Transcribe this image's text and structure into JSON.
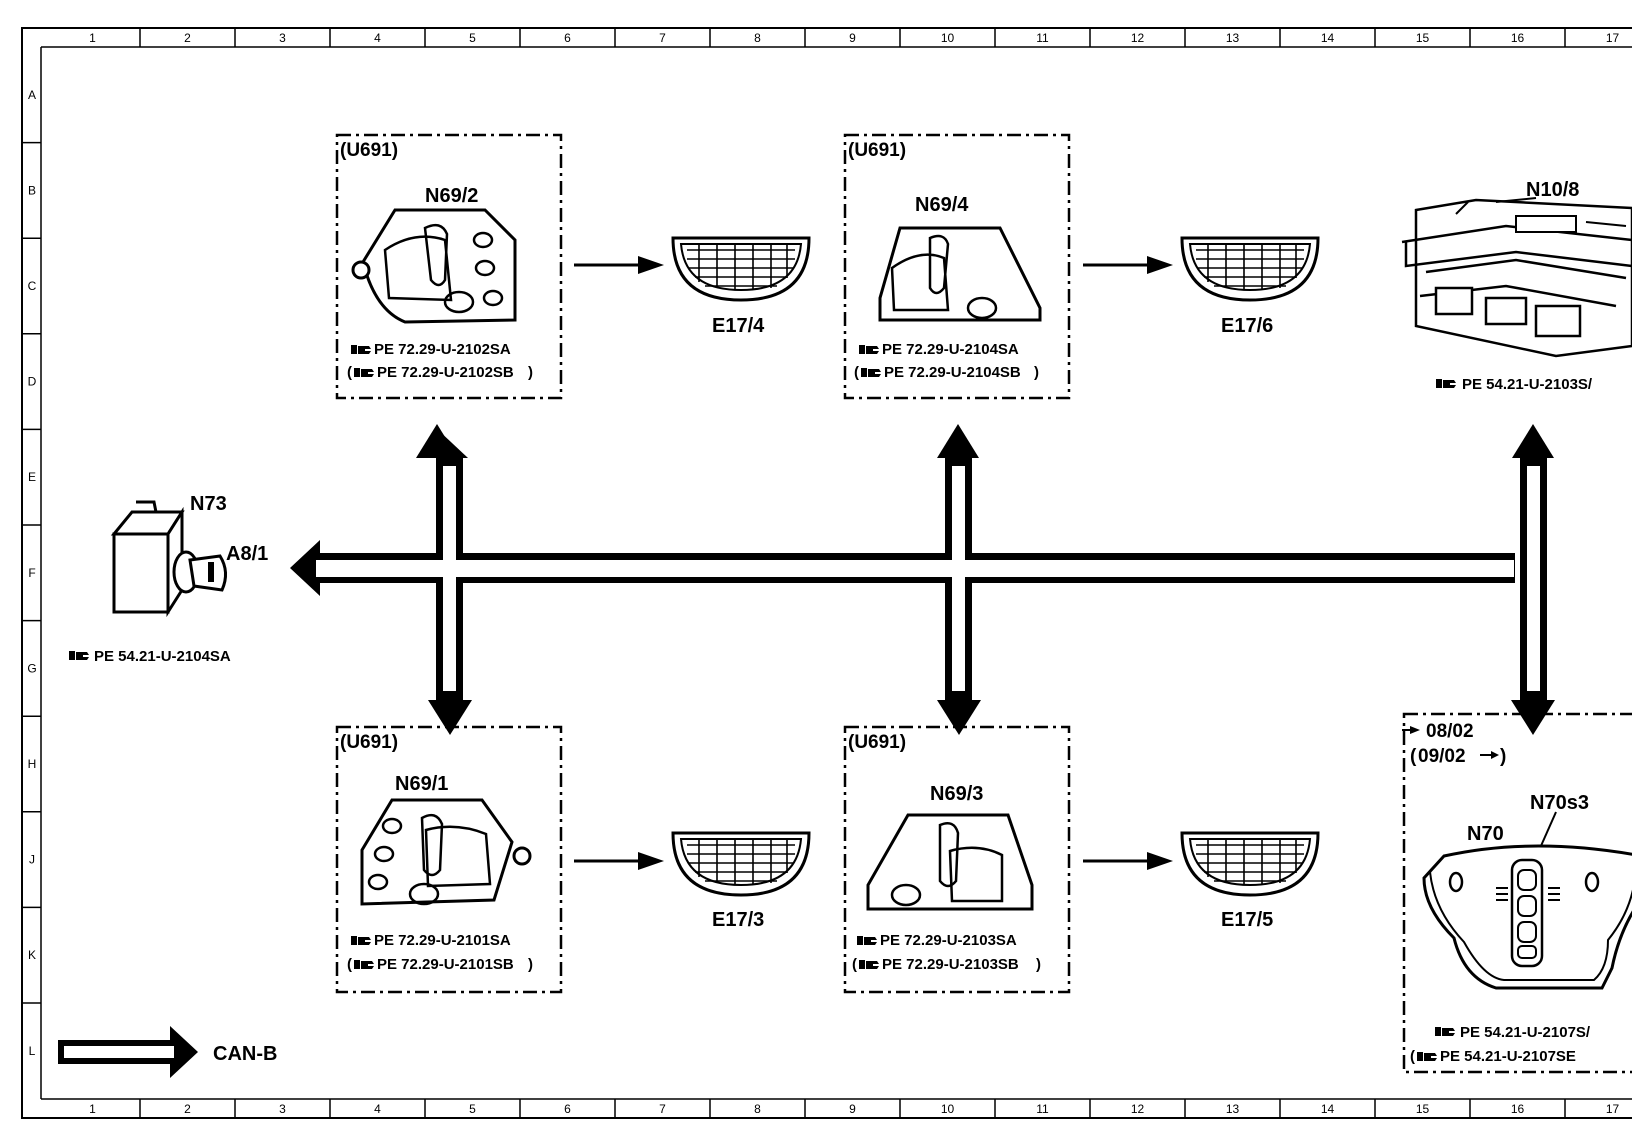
{
  "grid": {
    "columns": [
      "1",
      "2",
      "3",
      "4",
      "5",
      "6",
      "7",
      "8",
      "9",
      "10",
      "11",
      "12",
      "13",
      "14",
      "15",
      "16",
      "17"
    ],
    "rows": [
      "A",
      "B",
      "C",
      "D",
      "E",
      "F",
      "G",
      "H",
      "J",
      "K",
      "L"
    ]
  },
  "components": {
    "n69_2": {
      "option": "(U691)",
      "label": "N69/2",
      "ref1": "PE 72.29-U-2102SA",
      "ref2": "PE 72.29-U-2102SB"
    },
    "n69_4": {
      "option": "(U691)",
      "label": "N69/4",
      "ref1": "PE 72.29-U-2104SA",
      "ref2": "PE 72.29-U-2104SB"
    },
    "n69_1": {
      "option": "(U691)",
      "label": "N69/1",
      "ref1": "PE 72.29-U-2101SA",
      "ref2": "PE 72.29-U-2101SB"
    },
    "n69_3": {
      "option": "(U691)",
      "label": "N69/3",
      "ref1": "PE 72.29-U-2103SA",
      "ref2": "PE 72.29-U-2103SB"
    },
    "e17_4": {
      "label": "E17/4"
    },
    "e17_6": {
      "label": "E17/6"
    },
    "e17_3": {
      "label": "E17/3"
    },
    "e17_5": {
      "label": "E17/5"
    },
    "n10_8": {
      "label": "N10/8",
      "ref": "PE 54.21-U-2103S/"
    },
    "n73": {
      "label": "N73",
      "sublabel": "A8/1",
      "ref": "PE 54.21-U-2104SA"
    },
    "n70": {
      "label": "N70",
      "sublabel": "N70s3",
      "date1": "08/02",
      "date2": "09/02",
      "ref1": "PE 54.21-U-2107S/",
      "ref2": "PE 54.21-U-2107SE"
    }
  },
  "legend": {
    "label": "CAN-B"
  }
}
